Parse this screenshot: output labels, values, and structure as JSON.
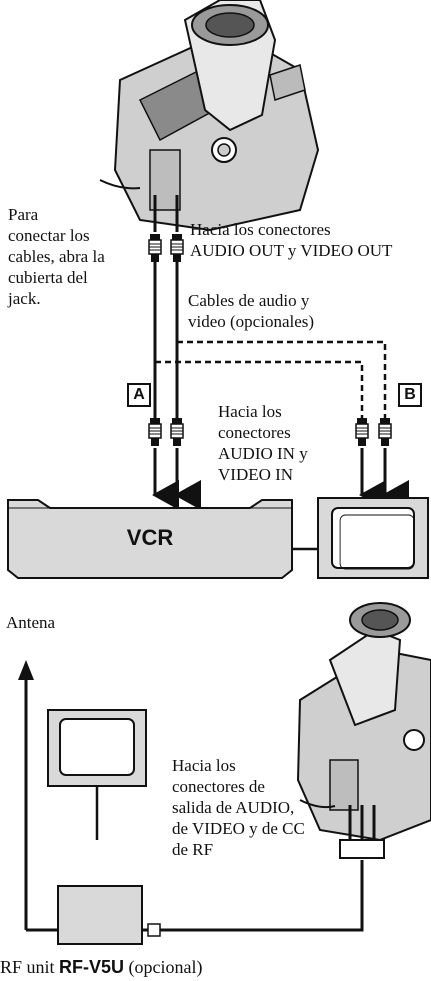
{
  "labels": {
    "open_cover": [
      "Para",
      "conectar los",
      "cables, abra la",
      "cubierta del",
      "jack."
    ],
    "to_out": [
      "Hacia los conectores",
      "AUDIO OUT y VIDEO OUT"
    ],
    "cables": [
      "Cables de audio y",
      "video (opcionales)"
    ],
    "to_in": [
      "Hacia los",
      "conectores",
      "AUDIO IN y",
      "VIDEO IN"
    ],
    "box_a": "A",
    "box_b": "B",
    "vcr": "VCR",
    "antenna": "Antena",
    "to_rf": [
      "Hacia los",
      "conectores de",
      "salida de AUDIO,",
      "de VIDEO y de CC",
      "de RF"
    ],
    "caption_prefix": "RF unit ",
    "caption_model": "RF-V5U",
    "caption_suffix": " (opcional)"
  },
  "colors": {
    "ink": "#111111",
    "device_fill": "#d9d9d9",
    "device_dark": "#8a8a8a",
    "screen": "#ffffff"
  },
  "icons": [
    "camcorder-icon",
    "camcorder-icon",
    "vcr-icon",
    "tv-icon",
    "tv-icon",
    "rf-unit-icon",
    "antenna-arrow-icon"
  ]
}
